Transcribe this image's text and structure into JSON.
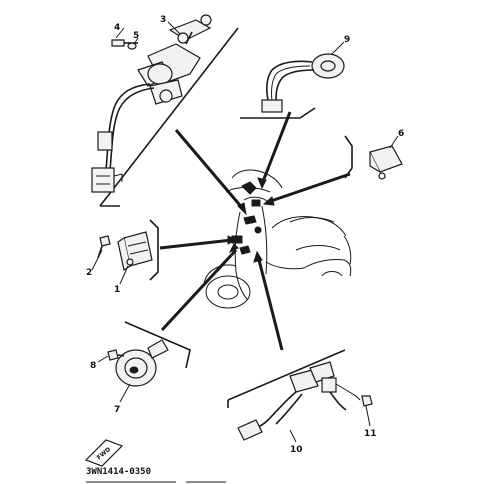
{
  "diagram": {
    "callouts": [
      {
        "id": "c1",
        "label": "1"
      },
      {
        "id": "c2",
        "label": "2"
      },
      {
        "id": "c3",
        "label": "3"
      },
      {
        "id": "c4",
        "label": "4"
      },
      {
        "id": "c5",
        "label": "5"
      },
      {
        "id": "c6",
        "label": "6"
      },
      {
        "id": "c7",
        "label": "7"
      },
      {
        "id": "c8",
        "label": "8"
      },
      {
        "id": "c9",
        "label": "9"
      },
      {
        "id": "c10",
        "label": "10"
      },
      {
        "id": "c11",
        "label": "11"
      }
    ],
    "fwd_label": "FWD",
    "drawing_code": "3WN1414-0350"
  }
}
